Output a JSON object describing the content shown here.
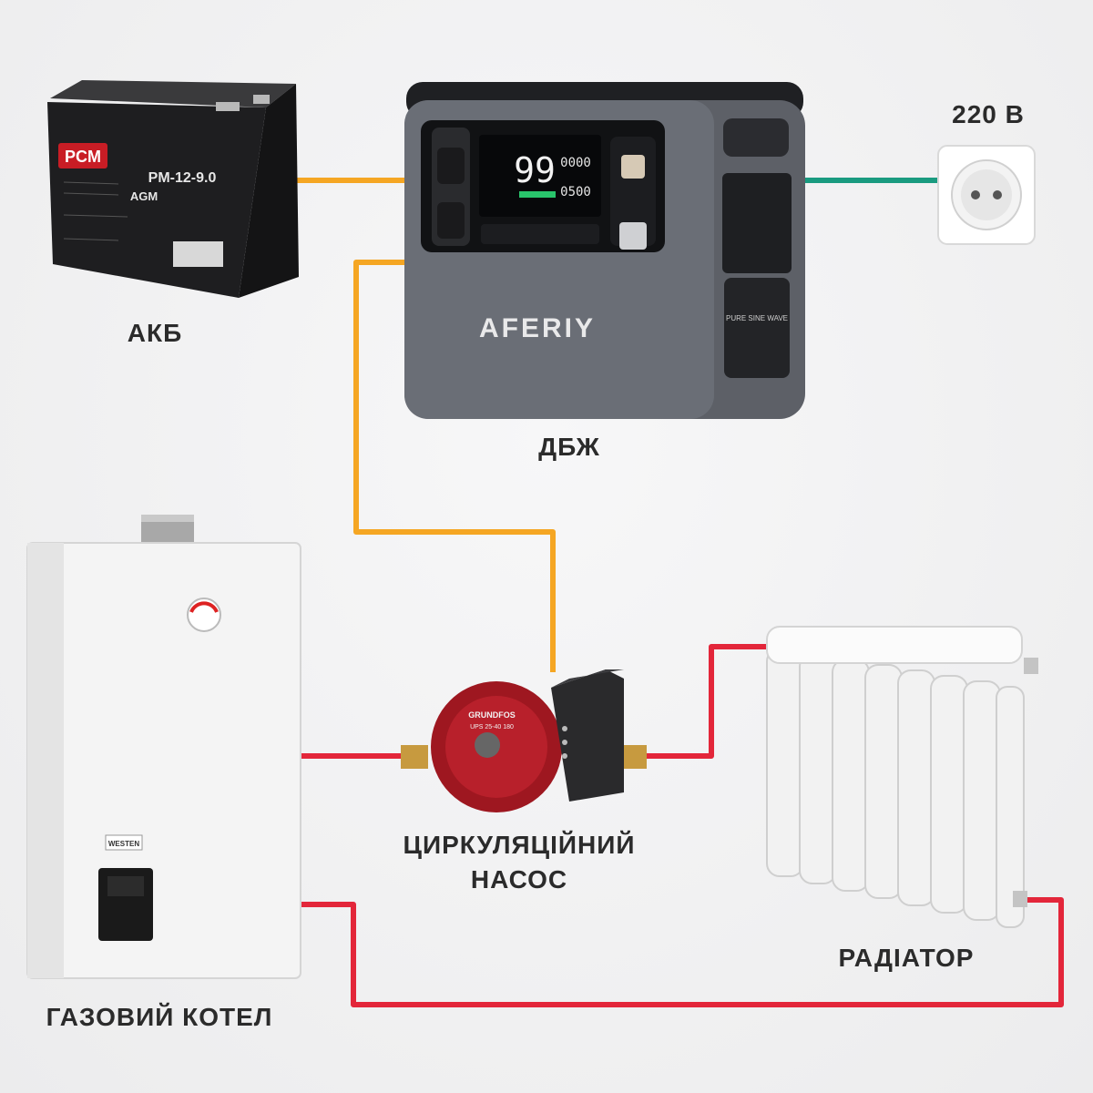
{
  "labels": {
    "battery": "АКБ",
    "ups": "ДБЖ",
    "grid": "220 В",
    "boiler": "ГАЗОВИЙ КОТЕЛ",
    "pump_line1": "ЦИРКУЛЯЦІЙНИЙ",
    "pump_line2": "НАСОС",
    "radiator": "РАДІАТОР"
  },
  "battery": {
    "brand": "PCM",
    "model": "PM-12-9.0",
    "type": "AGM"
  },
  "ups": {
    "brand": "AFERIY",
    "display_main": "99",
    "display_out": "0000",
    "display_in": "0500",
    "side_label": "PURE SINE WAVE"
  },
  "boiler": {
    "brand": "WESTEN"
  },
  "pump": {
    "brand": "GRUNDFOS",
    "model": "UPS 25-40 180"
  },
  "colors": {
    "power_wire": "#f5a623",
    "grid_wire": "#1a9b80",
    "heat_pipe": "#e3263a"
  }
}
